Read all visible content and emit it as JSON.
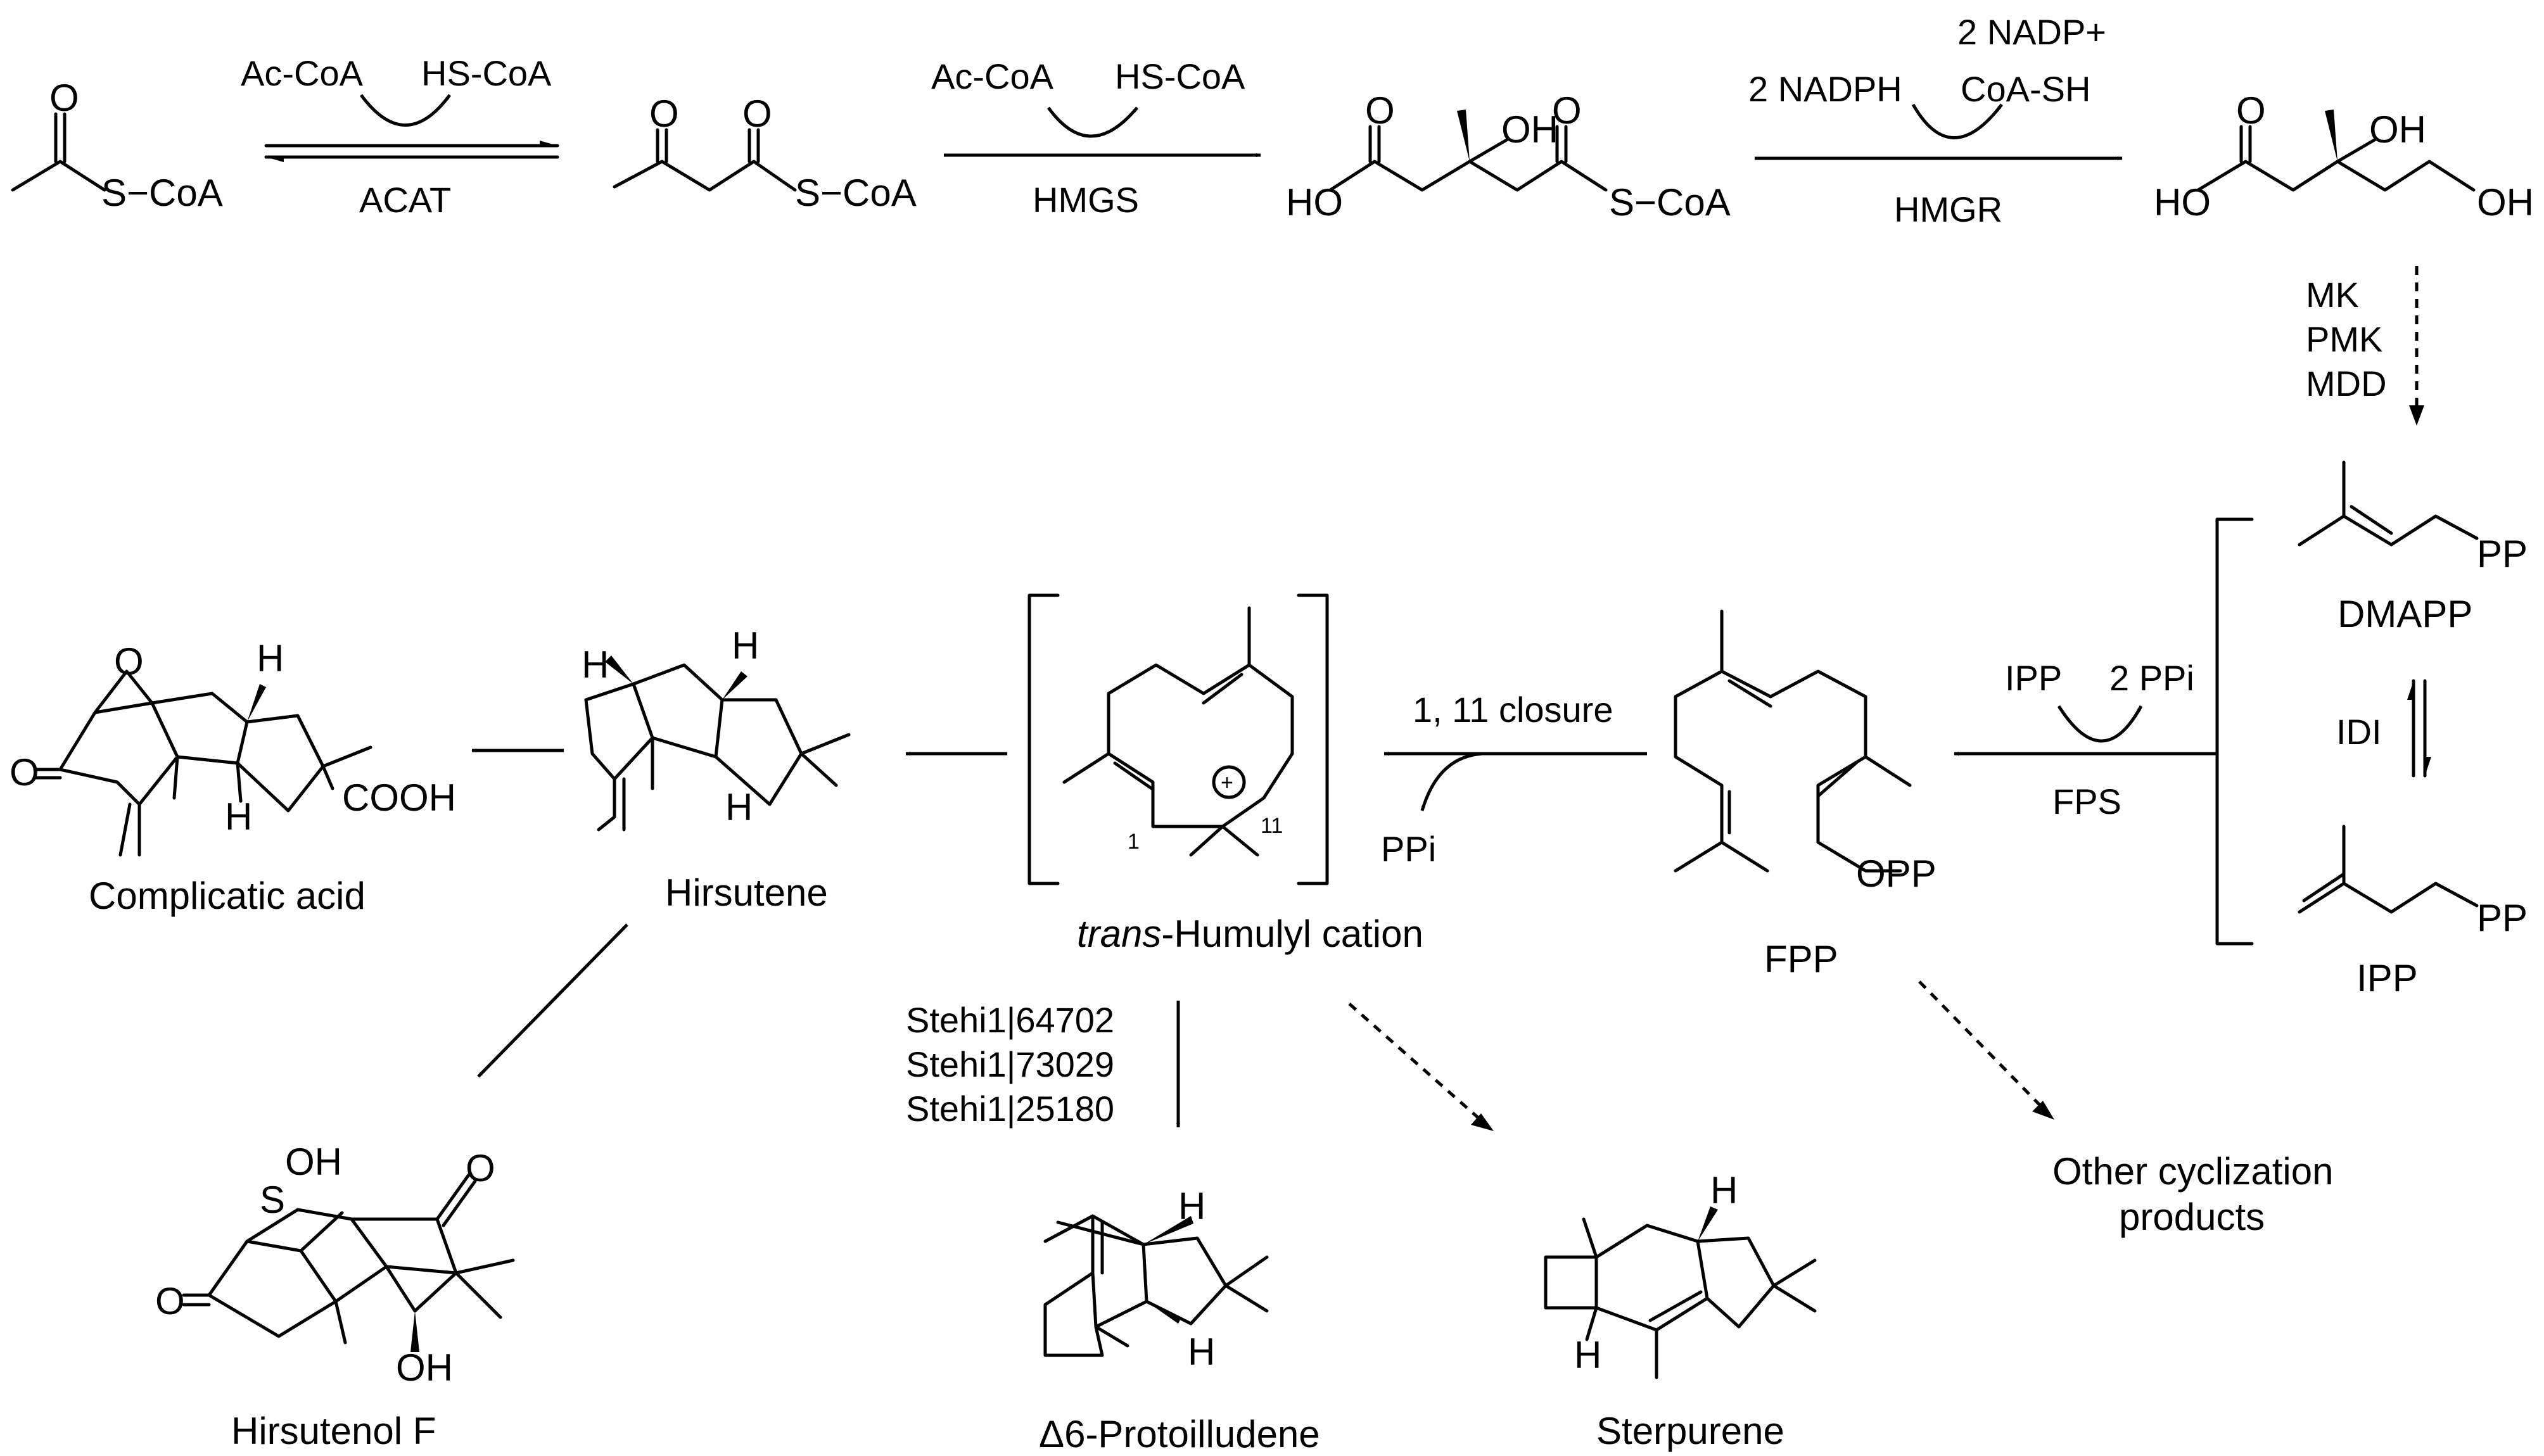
{
  "compounds": {
    "acetyl_coa": {
      "s_coa": "S−CoA",
      "o": "O"
    },
    "acetoacetyl_coa": {
      "s_coa": "S−CoA",
      "o1": "O",
      "o2": "O"
    },
    "hmg_coa": {
      "ho": "HO",
      "oh": "OH",
      "s_coa": "S−CoA",
      "o1": "O",
      "o2": "O"
    },
    "mevalonate": {
      "ho": "HO",
      "oh1": "OH",
      "oh2": "OH",
      "o": "O"
    },
    "dmapp": {
      "name": "DMAPP",
      "pp": "PP"
    },
    "ipp": {
      "name": "IPP",
      "pp": "PP"
    },
    "fpp": {
      "name": "FPP",
      "opp": "OPP"
    },
    "humulyl": {
      "name_italic": "trans",
      "name_rest": "-Humulyl cation",
      "plus": "+",
      "c1": "1",
      "c11": "11"
    },
    "hirsutene": {
      "name": "Hirsutene",
      "h1": "H",
      "h2": "H",
      "h3": "H"
    },
    "complicatic_acid": {
      "name": "Complicatic acid",
      "o_epox": "O",
      "o_ket": "O",
      "h1": "H",
      "h2": "H",
      "cooh": "COOH"
    },
    "hirsutenol_f": {
      "name": "Hirsutenol F",
      "oh1": "OH",
      "oh2": "OH",
      "s": "S",
      "o1": "O",
      "o2": "O"
    },
    "protoilludene": {
      "name": "Δ6-Protoilludene",
      "h1": "H",
      "h2": "H"
    },
    "sterpurene": {
      "name": "Sterpurene",
      "h1": "H",
      "h2": "H"
    },
    "other": {
      "line1": "Other cyclization",
      "line2": "products"
    }
  },
  "arrows": {
    "acat": {
      "enzyme": "ACAT",
      "in": "Ac-CoA",
      "out": "HS-CoA"
    },
    "hmgs": {
      "enzyme": "HMGS",
      "in": "Ac-CoA",
      "out": "HS-CoA"
    },
    "hmgr": {
      "enzyme": "HMGR",
      "in": "2 NADPH",
      "out1": "2 NADP+",
      "out2": "CoA-SH"
    },
    "mk": {
      "e1": "MK",
      "e2": "PMK",
      "e3": "MDD"
    },
    "idi": {
      "enzyme": "IDI"
    },
    "fps": {
      "enzyme": "FPS",
      "in": "IPP",
      "out": "2 PPi"
    },
    "closure": {
      "label": "1, 11 closure",
      "out": "PPi"
    },
    "stehi": {
      "g1": "Stehi1|64702",
      "g2": "Stehi1|73029",
      "g3": "Stehi1|25180"
    }
  }
}
